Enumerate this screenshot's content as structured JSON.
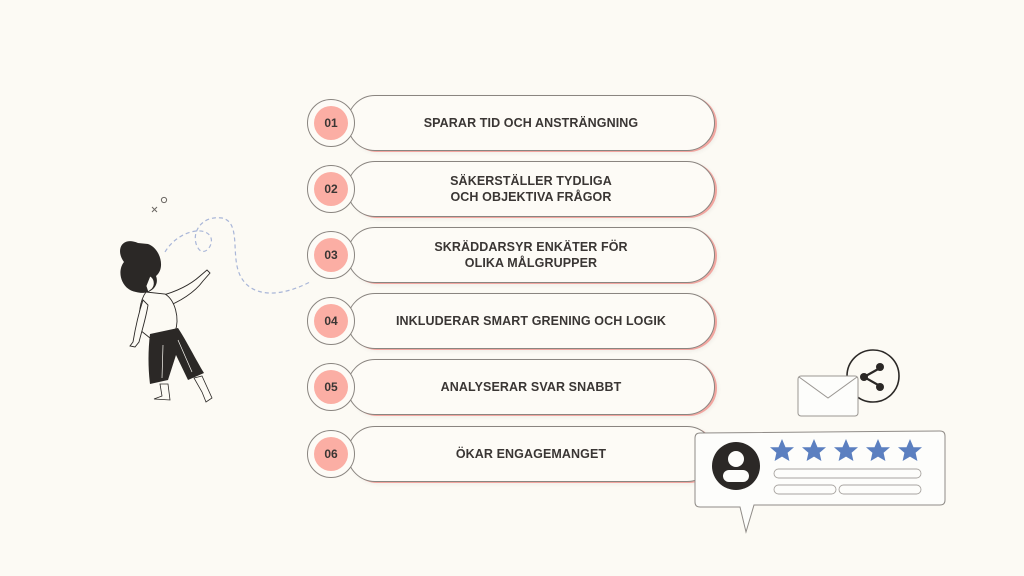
{
  "steps": [
    {
      "number": "01",
      "label": "SPARAR TID OCH ANSTRÄNGNING"
    },
    {
      "number": "02",
      "label": "SÄKERSTÄLLER TYDLIGA OCH OBJEKTIVA FRÅGOR"
    },
    {
      "number": "03",
      "label": "SKRÄDDARSYR ENKÄTER FÖR OLIKA MÅLGRUPPER"
    },
    {
      "number": "04",
      "label": "INKLUDERAR SMART GRENING OCH LOGIK"
    },
    {
      "number": "05",
      "label": "ANALYSERAR SVAR SNABBT"
    },
    {
      "number": "06",
      "label": "ÖKAR ENGAGEMANGET"
    }
  ],
  "colors": {
    "background": "#fcfaf4",
    "badge": "#fbaea4",
    "accent_shadow": "#f2a6a0",
    "outline": "#8a8580",
    "text": "#3a3634",
    "star": "#5b7fc0",
    "dark": "#2b2826"
  },
  "illustrations": {
    "left": "woman-reaching-icon",
    "right_review": "review-card-icon",
    "rating_stars": 5,
    "email": "envelope-icon",
    "share": "share-icon"
  }
}
